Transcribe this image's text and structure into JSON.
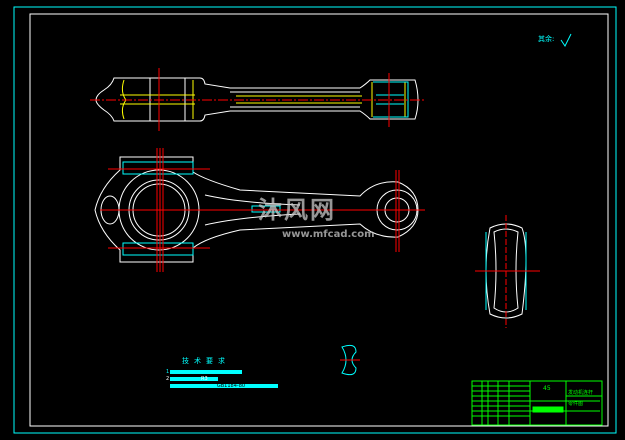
{
  "drawing": {
    "surface_roughness_label": "其余:",
    "technical_requirements": {
      "title": "技术要求",
      "items": [
        "1",
        "2                    R3",
        "3                              GB1184-80"
      ]
    },
    "title_block": {
      "material": "45",
      "name_line1": "发动机连杆",
      "name_line2": "零件图"
    },
    "watermark": {
      "brand": "沐风网",
      "url": "www.mfcad.com"
    },
    "colors": {
      "border": "#00ffff",
      "outline": "#ffffff",
      "hidden": "#ffff00",
      "center": "#ff0000",
      "titleblock": "#00ff00"
    }
  }
}
